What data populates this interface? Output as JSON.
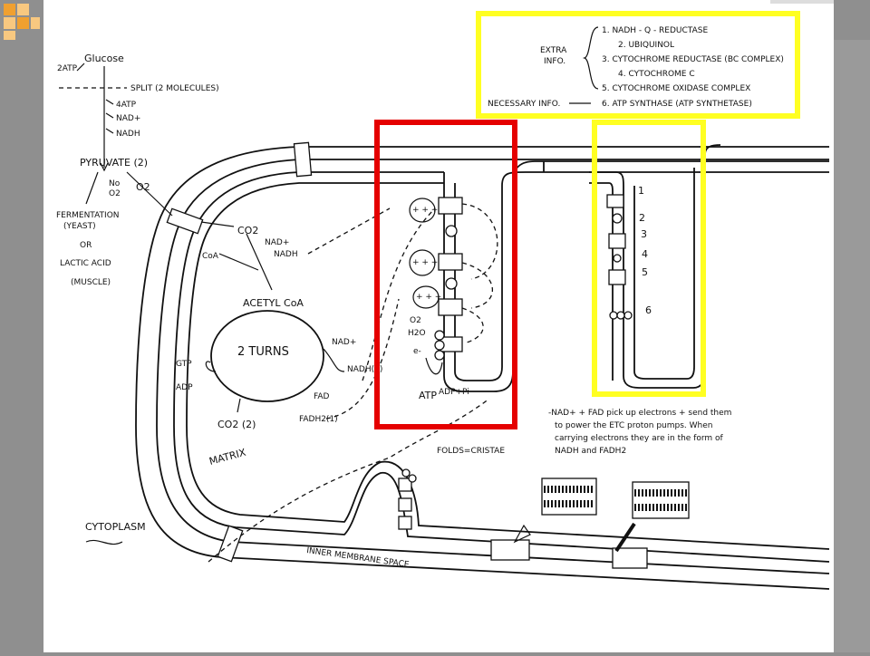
{
  "glycolysis": {
    "atp_in": "2ATP",
    "glucose": "Glucose",
    "split": "SPLIT (2 MOLECULES)",
    "atp_out": "4ATP",
    "nad": "NAD+",
    "nadh": "NADH",
    "pyruvate": "PYRUVATE (2)",
    "no_o2": "No",
    "no_o2_sub": "O2",
    "o2": "O2",
    "fermentation_1": "FERMENTATION",
    "fermentation_2": "(YEAST)",
    "or": "OR",
    "lactic_1": "LACTIC ACID",
    "lactic_2": "(MUSCLE)"
  },
  "krebs": {
    "co2_top": "CO2",
    "coa": "CoA",
    "nad": "NAD+",
    "nadh": "NADH",
    "acetyl": "ACETYL CoA",
    "turns": "2 TURNS",
    "nad2": "NAD+",
    "nadh2": "NADH(3)",
    "gtp": "GTP",
    "adp": "ADP",
    "fad": "FAD",
    "fadh2": "FADH2(1)",
    "co2_bottom": "CO2 (2)"
  },
  "etc": {
    "o2": "O2",
    "h2o": "H2O",
    "e": "e-",
    "atp": "ATP",
    "adp": "ADP+Pi",
    "protons": "+ + +",
    "folds": "FOLDS=CRISTAE"
  },
  "labels": {
    "matrix": "MATRIX",
    "cytoplasm": "CYTOPLASM",
    "ims": "INNER MEMBRANE SPACE"
  },
  "legend": {
    "extra_info_1": "EXTRA",
    "extra_info_2": "INFO.",
    "item1": "1. NADH - Q - REDUCTASE",
    "item2": "2. UBIQUINOL",
    "item3": "3. CYTOCHROME REDUCTASE (BC COMPLEX)",
    "item4": "4. CYTOCHROME C",
    "item5": "5. CYTOCHROME OXIDASE COMPLEX",
    "necessary": "NECESSARY INFO.",
    "item6": "6. ATP SYNTHASE (ATP SYNTHETASE)"
  },
  "crista_numbers": [
    "1",
    "2",
    "3",
    "4",
    "5",
    "6"
  ],
  "note": {
    "line1": "-NAD+ + FAD pick up electrons + send them",
    "line2": "to power the ETC proton pumps. When",
    "line3": "carrying electrons they are in the form of",
    "line4": "NADH and FADH2"
  },
  "colors": {
    "background": "#8f8f8f",
    "page": "#ffffff",
    "highlight_red": "#e50000",
    "highlight_yellow": "#ffff22",
    "bullet_orange": "#f0a030"
  }
}
